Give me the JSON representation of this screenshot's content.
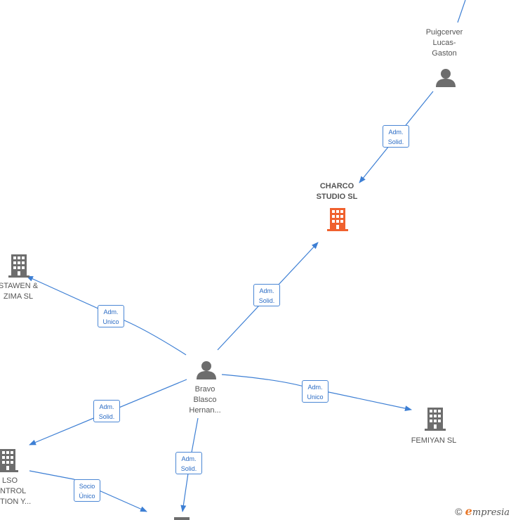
{
  "nodes": {
    "puigcerver": {
      "lines": [
        "Puigcerver",
        "Lucas-",
        "Gaston"
      ],
      "type": "person"
    },
    "charco": {
      "lines": [
        "CHARCO",
        "STUDIO  SL"
      ],
      "type": "company-main"
    },
    "stawen": {
      "lines": [
        "STAWEN &",
        "ZIMA  SL"
      ],
      "type": "company"
    },
    "bravo": {
      "lines": [
        "Bravo",
        "Blasco",
        "Hernan..."
      ],
      "type": "person"
    },
    "femiyan": {
      "lines": [
        "FEMIYAN  SL"
      ],
      "type": "company"
    },
    "control": {
      "lines": [
        "LSO",
        "NTROL",
        "TION Y..."
      ],
      "type": "company"
    },
    "bottom": {
      "lines": [],
      "type": "company"
    }
  },
  "edges": [
    {
      "id": "e1",
      "lines": [
        "Adm.",
        "Solid."
      ]
    },
    {
      "id": "e2",
      "lines": [
        "Adm.",
        "Solid."
      ]
    },
    {
      "id": "e3",
      "lines": [
        "Adm.",
        "Unico"
      ]
    },
    {
      "id": "e4",
      "lines": [
        "Adm.",
        "Unico"
      ]
    },
    {
      "id": "e5",
      "lines": [
        "Adm.",
        "Solid."
      ]
    },
    {
      "id": "e6",
      "lines": [
        "Adm.",
        "Solid."
      ]
    },
    {
      "id": "e7",
      "lines": [
        "Socio",
        "Único"
      ]
    }
  ],
  "colors": {
    "edge": "#3d7fd4",
    "person": "#6d6d6d",
    "company": "#6d6d6d",
    "highlight": "#f0612e"
  },
  "footer": {
    "copyright": "©",
    "brand_initial": "e",
    "brand_rest": "mpresia"
  }
}
